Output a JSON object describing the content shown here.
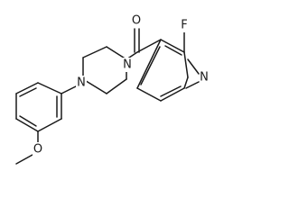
{
  "atoms": {
    "oxygen_carbonyl": "O",
    "fluorine": "F",
    "nitrogen_pyridine": "N",
    "nitrogen_piperazine_right": "N",
    "nitrogen_piperazine_left": "N",
    "oxygen_methoxy": "O"
  }
}
